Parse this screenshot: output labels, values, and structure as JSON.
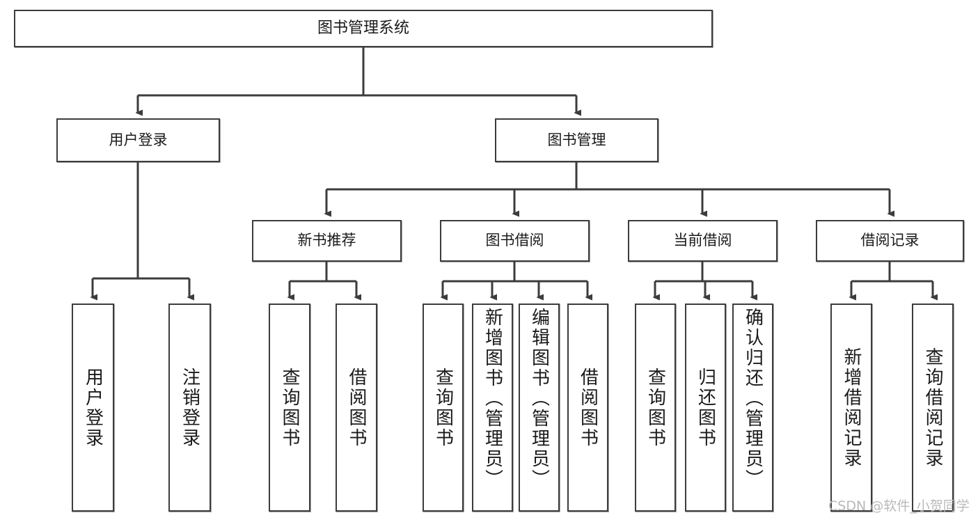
{
  "diagram": {
    "type": "tree",
    "title": "图书管理系统",
    "root": {
      "id": "root",
      "label": "图书管理系统"
    },
    "level2": [
      {
        "id": "user-login",
        "label": "用户登录"
      },
      {
        "id": "book-management",
        "label": "图书管理"
      }
    ],
    "level3": [
      {
        "id": "new-book-recommend",
        "label": "新书推荐",
        "parent": "book-management"
      },
      {
        "id": "book-borrow",
        "label": "图书借阅",
        "parent": "book-management"
      },
      {
        "id": "current-borrow",
        "label": "当前借阅",
        "parent": "book-management"
      },
      {
        "id": "borrow-record",
        "label": "借阅记录",
        "parent": "book-management"
      }
    ],
    "leaves": [
      {
        "id": "leaf-user-login",
        "label": "用户登录",
        "parent": "user-login"
      },
      {
        "id": "leaf-user-logout",
        "label": "注销登录",
        "parent": "user-login"
      },
      {
        "id": "leaf-query-book-1",
        "label": "查询图书",
        "parent": "new-book-recommend"
      },
      {
        "id": "leaf-borrow-book-1",
        "label": "借阅图书",
        "parent": "new-book-recommend"
      },
      {
        "id": "leaf-query-book-2",
        "label": "查询图书",
        "parent": "book-borrow"
      },
      {
        "id": "leaf-add-book",
        "label": "新增图书（管理员）",
        "parent": "book-borrow"
      },
      {
        "id": "leaf-edit-book",
        "label": "编辑图书（管理员）",
        "parent": "book-borrow"
      },
      {
        "id": "leaf-borrow-book-2",
        "label": "借阅图书",
        "parent": "book-borrow"
      },
      {
        "id": "leaf-query-book-3",
        "label": "查询图书",
        "parent": "current-borrow"
      },
      {
        "id": "leaf-return-book",
        "label": "归还图书",
        "parent": "current-borrow"
      },
      {
        "id": "leaf-confirm-return",
        "label": "确认归还（管理员）",
        "parent": "current-borrow"
      },
      {
        "id": "leaf-add-record",
        "label": "新增借阅记录",
        "parent": "borrow-record"
      },
      {
        "id": "leaf-query-record",
        "label": "查询借阅记录",
        "parent": "borrow-record"
      }
    ],
    "colors": {
      "stroke": "#3c3c3c",
      "fill": "#ffffff",
      "text": "#1a1a1a",
      "watermark": "#b9b9b9"
    }
  },
  "watermark": {
    "text": "CSDN @软件_小贺同学"
  }
}
